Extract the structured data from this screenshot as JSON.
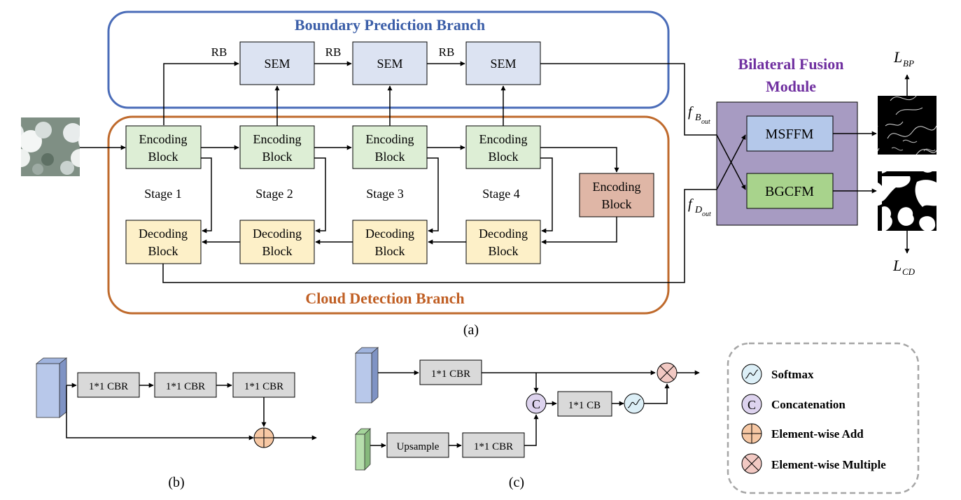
{
  "colors": {
    "boundary_border": "#4a6cb8",
    "boundary_title": "#3b5ea8",
    "cloud_border": "#bf6a2c",
    "cloud_title": "#c05f24",
    "fusion_title": "#7030a0",
    "fusion_fill": "#a79bc2",
    "sem_fill": "#dce3f2",
    "encoding_fill": "#ddeed5",
    "decoding_fill": "#fdf0c8",
    "encoding5_fill": "#dfb6a6",
    "msffm_fill": "#b4c8ea",
    "bgcfm_fill": "#a8d38c",
    "cbr_fill": "#d9d9d9",
    "softmax_fill": "#dceff7",
    "concat_fill": "#ddd3ee",
    "add_fill": "#f7c8a4",
    "multiply_fill": "#f2c9c3",
    "legend_border": "#a6a6a6"
  },
  "panel_a": {
    "boundary_branch_title": "Boundary Prediction Branch",
    "cloud_branch_title": "Cloud Detection Branch",
    "fusion_title_line1": "Bilateral Fusion",
    "fusion_title_line2": "Module",
    "rb_labels": [
      "RB",
      "RB",
      "RB"
    ],
    "sem_label": "SEM",
    "encoding_line1": "Encoding",
    "encoding_line2": "Block",
    "decoding_line1": "Decoding",
    "decoding_line2": "Block",
    "stages": [
      "Stage 1",
      "Stage 2",
      "Stage 3",
      "Stage 4"
    ],
    "msffm_label": "MSFFM",
    "bgcfm_label": "BGCFM",
    "f_b_main": "f",
    "f_b_sub": "B",
    "f_b_subsub": "out",
    "f_d_main": "f",
    "f_d_sub": "D",
    "f_d_subsub": "out",
    "loss_bp_main": "L",
    "loss_bp_sub": "BP",
    "loss_cd_main": "L",
    "loss_cd_sub": "CD",
    "caption": "(a)"
  },
  "panel_b": {
    "blocks": [
      "1*1 CBR",
      "1*1 CBR",
      "1*1 CBR"
    ],
    "caption": "(b)"
  },
  "panel_c": {
    "top_block": "1*1 CBR",
    "upsample": "Upsample",
    "bottom_block": "1*1 CBR",
    "cb_block": "1*1 CB",
    "concat_symbol": "C",
    "caption": "(c)"
  },
  "legend": {
    "items": [
      "Softmax",
      "Concatenation",
      "Element-wise Add",
      "Element-wise Multiple"
    ],
    "concat_symbol": "C"
  }
}
